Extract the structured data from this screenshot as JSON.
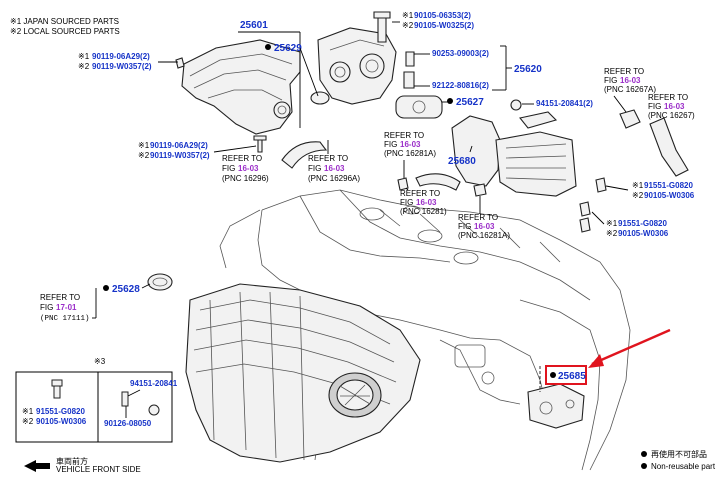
{
  "legend": {
    "note1": "※1  JAPAN SOURCED PARTS",
    "note2": "※2  LOCAL SOURCED PARTS"
  },
  "callouts": {
    "c25601": "25601",
    "c25629": "25629",
    "c25620": "25620",
    "c25627": "25627",
    "c25680": "25680",
    "c25628": "25628",
    "c25685": "25685"
  },
  "parts": {
    "p_90105_06353": "90105-06353(2)",
    "p_90105_W0325": "90105-W0325(2)",
    "p_90253_09003": "90253-09003(2)",
    "p_92122_80816": "92122-80816(2)",
    "p_94151_20841_top": "94151-20841(2)",
    "p_90119_06A29_a": "90119-06A29(2)",
    "p_90119_W0357_a": "90119-W0357(2)",
    "p_90119_06A29_b": "90119-06A29(2)",
    "p_90119_W0357_b": "90119-W0357(2)",
    "p_91551_G0820_a": "91551-G0820",
    "p_90105_W0306_a": "90105-W0306",
    "p_91551_G0820_b": "91551-G0820",
    "p_90105_W0306_b": "90105-W0306",
    "box_91551_G0820": "91551-G0820",
    "box_90105_W0306": "90105-W0306",
    "box_94151_20841": "94151-20841",
    "box_90126_08050": "90126-08050"
  },
  "marks": {
    "m1": "※1",
    "m2": "※2",
    "m3": "※3"
  },
  "refs": {
    "refer_to": "REFER TO",
    "fig": "FIG",
    "fig_16_03": "16-03",
    "fig_17_01": "17-01",
    "pnc_16267a": "(PNC 16267A)",
    "pnc_16267": "(PNC 16267)",
    "pnc_16296": "(PNC 16296)",
    "pnc_16296a": "(PNC 16296A)",
    "pnc_16281a_top": "(PNC 16281A)",
    "pnc_16281": "(PNC 16281)",
    "pnc_16281a": "(PNC 16281A)",
    "pnc_17111": "(PNC 17111)"
  },
  "footer": {
    "direction_jp": "車両前方",
    "direction_en": "VEHICLE FRONT SIDE",
    "nonreuse_jp": "再使用不可部品",
    "nonreuse_en": "Non-reusable part"
  },
  "colors": {
    "part_number": "#1633c8",
    "figure_ref": "#9b2ec9",
    "highlight_box": "#e0141e",
    "arrow": "#e0141e"
  }
}
